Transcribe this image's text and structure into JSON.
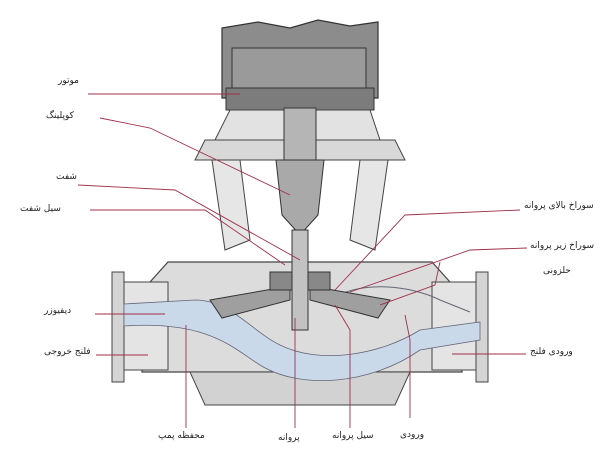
{
  "labels": {
    "motor": "موتور",
    "coupling": "کوپلینگ",
    "shaft": "شفت",
    "shaft_seal": "سیل شفت",
    "diffuser": "دیفیوزر",
    "outlet_flange": "فلنج خروجی",
    "pump_casing": "محفظه پمپ",
    "impeller": "پروانه",
    "impeller_seal": "سیل پروانه",
    "inlet": "ورودی",
    "inlet_flange": "ورودی فلنج",
    "volute": "حلزونی",
    "lower_impeller_hole": "سوراخ زیر پروانه",
    "upper_impeller_hole": "سوراخ بالای پروانه"
  },
  "colors": {
    "leader": "#a0304a",
    "casing": "#dcdcdc",
    "casing_stroke": "#444444",
    "motor": "#8c8c8c",
    "shaft": "#b5b5b5",
    "fluid": "#c9d9ea"
  }
}
